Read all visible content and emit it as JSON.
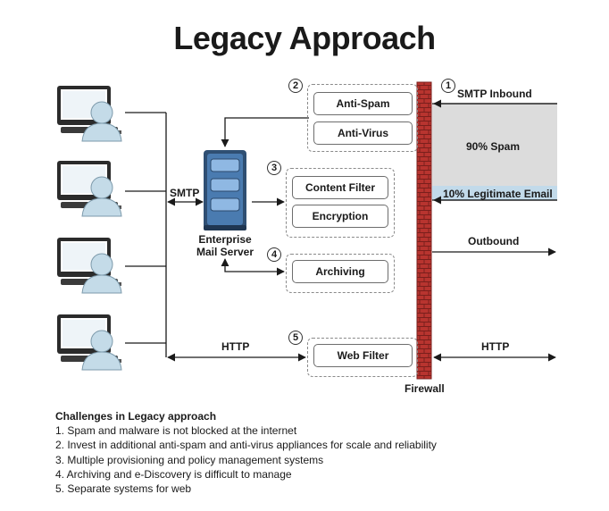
{
  "title": "Legacy Approach",
  "labels": {
    "smtp_inbound": "SMTP Inbound",
    "spam": "90% Spam",
    "legit": "10% Legitimate Email",
    "outbound": "Outbound",
    "http_right": "HTTP",
    "http_left": "HTTP",
    "smtp_left": "SMTP",
    "mail_server_line1": "Enterprise",
    "mail_server_line2": "Mail Server",
    "firewall": "Firewall"
  },
  "groups": [
    {
      "number": "2",
      "items": [
        "Anti-Spam",
        "Anti-Virus"
      ]
    },
    {
      "number": "3",
      "items": [
        "Content Filter",
        "Encryption"
      ]
    },
    {
      "number": "4",
      "items": [
        "Archiving"
      ]
    },
    {
      "number": "5",
      "items": [
        "Web Filter"
      ]
    },
    {
      "number": "1",
      "items": []
    }
  ],
  "challenges": {
    "heading": "Challenges in Legacy approach",
    "items": [
      "1. Spam and malware is not blocked at the internet",
      "2. Invest in additional anti-spam and anti-virus appliances for scale and reliability",
      "3. Multiple provisioning and policy management systems",
      "4. Archiving and e-Discovery is difficult to manage",
      "5. Separate systems for web"
    ]
  },
  "colors": {
    "firewall_brick": "#b8342f",
    "spam_fill": "#dcdcdc",
    "legit_fill": "#c2daea",
    "monitor_blue": "#c4dbe8",
    "server_blue": "#5b8fc7"
  }
}
